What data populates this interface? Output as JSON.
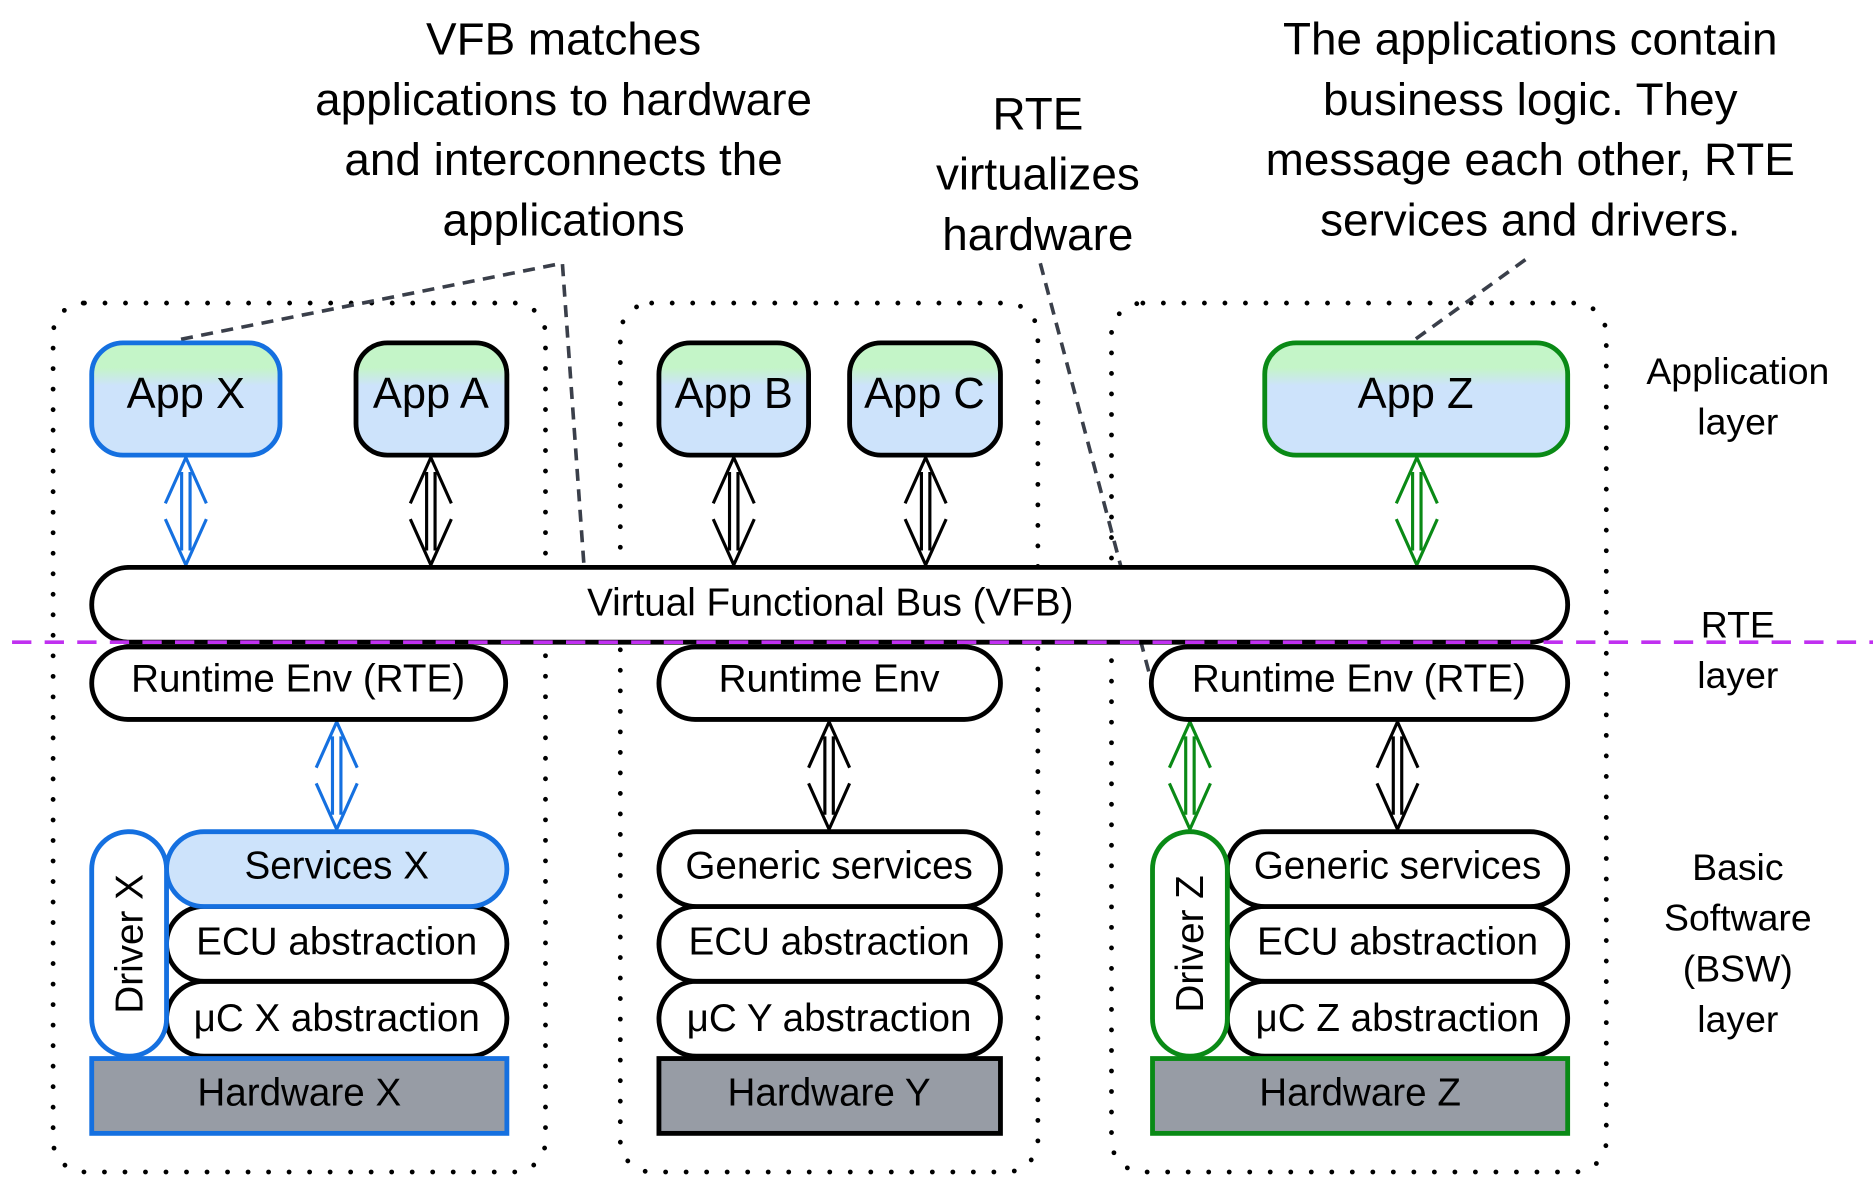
{
  "annotations": {
    "vfb": [
      "VFB matches",
      "applications to hardware",
      "and interconnects the",
      "applications"
    ],
    "rte": [
      "RTE",
      "virtualizes",
      "hardware"
    ],
    "apps": [
      "The applications contain",
      "business logic. They",
      "message each other, RTE",
      "services and drivers."
    ]
  },
  "layers": {
    "application": [
      "Application",
      "layer"
    ],
    "rte": [
      "RTE",
      "layer"
    ],
    "bsw": [
      "Basic",
      "Software",
      "(BSW)",
      "layer"
    ]
  },
  "apps": {
    "x": "App X",
    "a": "App A",
    "b": "App B",
    "c": "App C",
    "z": "App Z"
  },
  "vfb": "Virtual Functional Bus (VFB)",
  "rte": {
    "x": "Runtime Env (RTE)",
    "y": "Runtime Env",
    "z": "Runtime Env (RTE)"
  },
  "bsw": {
    "x": {
      "driver": "Driver X",
      "services": "Services X",
      "ecu": "ECU abstraction",
      "uc": "μC X abstraction",
      "hardware": "Hardware X"
    },
    "y": {
      "services": "Generic services",
      "ecu": "ECU abstraction",
      "uc": "μC Y abstraction",
      "hardware": "Hardware Y"
    },
    "z": {
      "driver": "Driver Z",
      "services": "Generic services",
      "ecu": "ECU abstraction",
      "uc": "μC Z abstraction",
      "hardware": "Hardware Z"
    }
  },
  "colors": {
    "blue": "#1570e0",
    "green": "#0a8a16",
    "black": "#000000",
    "purple": "#c030f0",
    "app_fill_top": "#c4f5c8",
    "app_fill_bottom": "#cde3fb",
    "hardware_fill": "#979ca5",
    "leader": "#3a3f4a"
  }
}
